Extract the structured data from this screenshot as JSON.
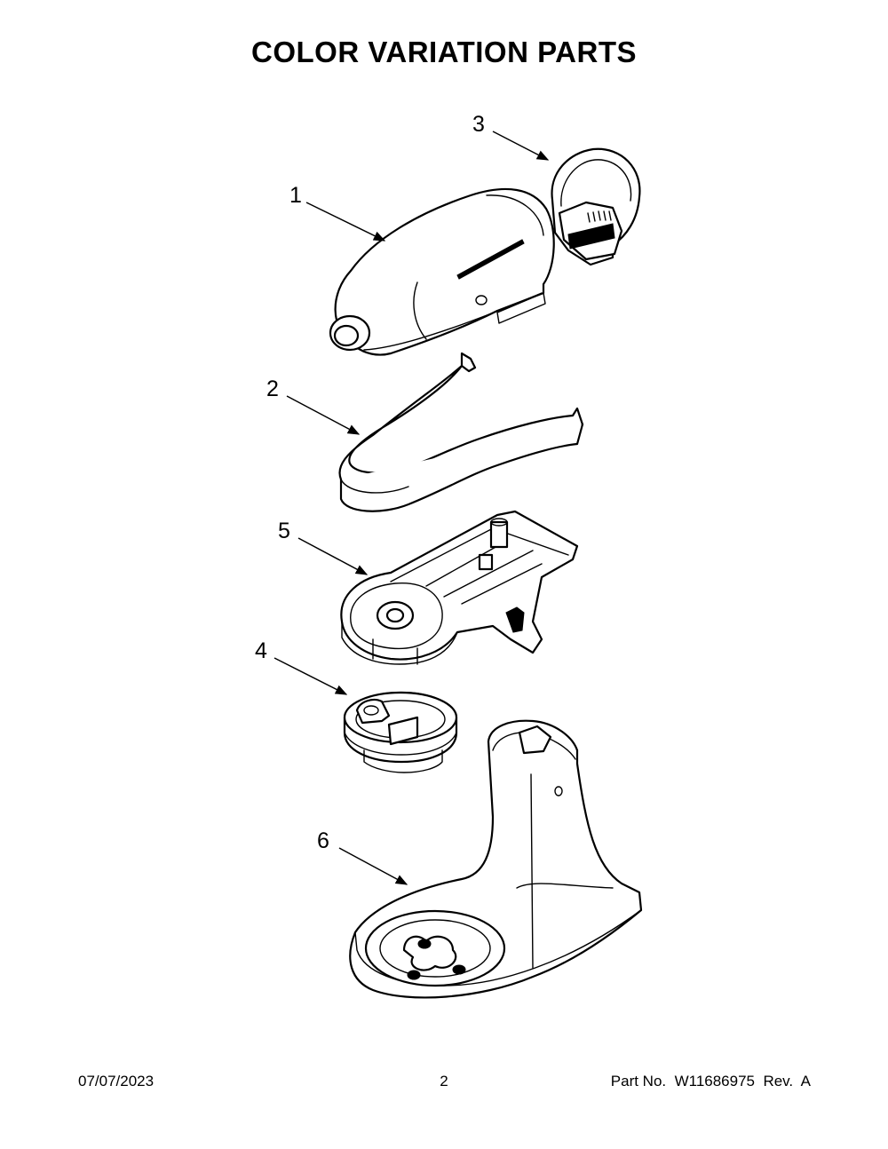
{
  "header": {
    "title": "COLOR VARIATION PARTS"
  },
  "callouts": [
    {
      "id": "1",
      "label": "1"
    },
    {
      "id": "2",
      "label": "2"
    },
    {
      "id": "3",
      "label": "3"
    },
    {
      "id": "4",
      "label": "4"
    },
    {
      "id": "5",
      "label": "5"
    },
    {
      "id": "6",
      "label": "6"
    }
  ],
  "footer": {
    "date": "07/07/2023",
    "page": "2",
    "part_number": "Part No.  W11686975  Rev.  A"
  }
}
